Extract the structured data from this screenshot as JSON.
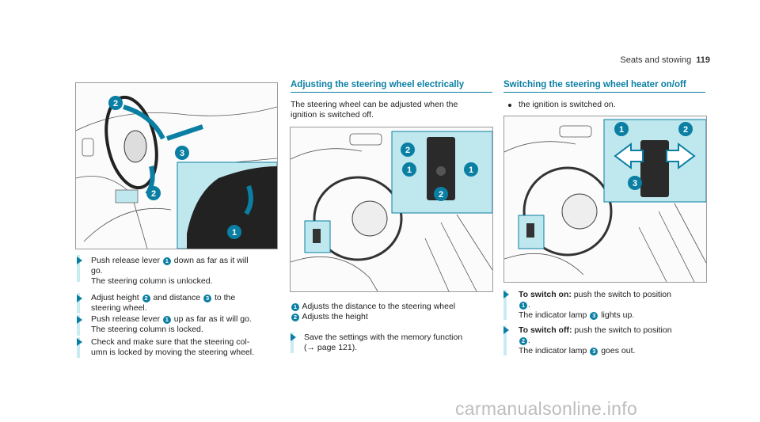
{
  "header": {
    "section": "Seats and stowing",
    "page_number": "119"
  },
  "col1": {
    "figure": {
      "callouts": [
        "2",
        "3",
        "2",
        "1"
      ]
    },
    "step1": {
      "line1a": "Push release lever ",
      "num": "1",
      "line1b": " down as far as it will",
      "line2": "go.",
      "line3": "The steering column is unlocked."
    },
    "step2": {
      "a": "Adjust height ",
      "n1": "2",
      "b": " and distance ",
      "n2": "3",
      "c": " to the",
      "line2": "steering wheel."
    },
    "step3": {
      "a": "Push release lever ",
      "n": "1",
      "b": " up as far as it will go.",
      "line2": "The steering column is locked."
    },
    "step4": {
      "line1": "Check and make sure that the steering col-",
      "line2": "umn is locked by moving the steering wheel."
    }
  },
  "col2": {
    "title": "Adjusting the steering wheel electrically",
    "intro1": "The steering wheel can be adjusted when the",
    "intro2": "ignition is switched off.",
    "figure": {
      "callouts": [
        "2",
        "1",
        "1",
        "2"
      ]
    },
    "legend": [
      {
        "num": "1",
        "text": "Adjusts the distance to the steering wheel"
      },
      {
        "num": "2",
        "text": "Adjusts the height"
      }
    ],
    "step": {
      "line1": "Save the settings with the memory function",
      "line2": "(→ page 121)."
    }
  },
  "col3": {
    "title": "Switching the steering wheel heater on/off",
    "bullet": "the ignition is switched on.",
    "figure": {
      "callouts": [
        "1",
        "2",
        "3"
      ]
    },
    "on": {
      "label": "To switch on:",
      "a": " push the switch to position",
      "n1": "1",
      "dot": ".",
      "b": "The indicator lamp ",
      "n2": "3",
      "c": " lights up."
    },
    "off": {
      "label": "To switch off:",
      "a": " push the switch to position",
      "n1": "2",
      "dot": ".",
      "b": "The indicator lamp ",
      "n2": "3",
      "c": " goes out."
    }
  },
  "watermark": "carmanualsonline.info",
  "colors": {
    "accent": "#0a7fa3",
    "panel": "#bfe8ee",
    "bar": "#c8ecf2"
  }
}
